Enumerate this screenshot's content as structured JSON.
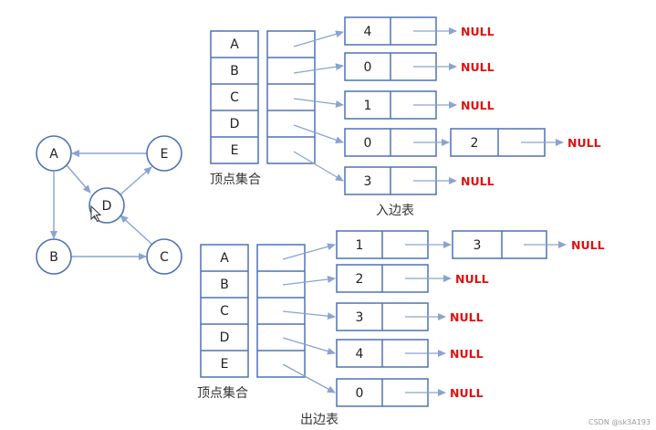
{
  "graph": {
    "nodes": [
      "A",
      "B",
      "C",
      "D",
      "E"
    ],
    "edges": [
      [
        "A",
        "B"
      ],
      [
        "A",
        "D"
      ],
      [
        "B",
        "C"
      ],
      [
        "C",
        "D"
      ],
      [
        "D",
        "E"
      ],
      [
        "E",
        "A"
      ]
    ]
  },
  "in_table": {
    "caption": "入边表",
    "vertex_caption": "顶点集合",
    "vertices": [
      "A",
      "B",
      "C",
      "D",
      "E"
    ],
    "lists": [
      [
        "4"
      ],
      [
        "0"
      ],
      [
        "1"
      ],
      [
        "0",
        "2"
      ],
      [
        "3"
      ]
    ]
  },
  "out_table": {
    "caption": "出边表",
    "vertex_caption": "顶点集合",
    "vertices": [
      "A",
      "B",
      "C",
      "D",
      "E"
    ],
    "lists": [
      [
        "1",
        "3"
      ],
      [
        "2"
      ],
      [
        "3"
      ],
      [
        "4"
      ],
      [
        "0"
      ]
    ]
  },
  "null_label": "NULL",
  "watermark": "CSDN @sk3A193",
  "colors": {
    "stroke": "#4f72b5",
    "arrow": "#8aa4cf",
    "null_text": "#e01010",
    "text": "#222222"
  }
}
